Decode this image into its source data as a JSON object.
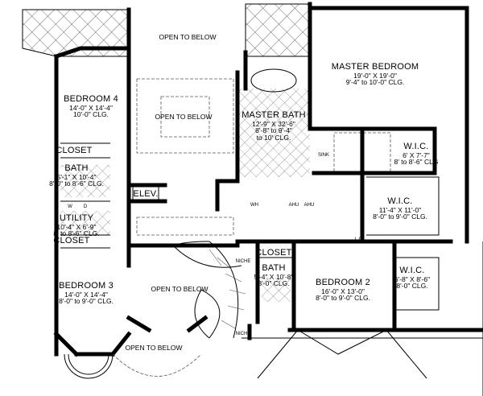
{
  "rooms": {
    "bedroom4": {
      "name": "BEDROOM 4",
      "size": "14'-0\" X 14'-4\"",
      "ceiling": "10'-0\" CLG."
    },
    "closet4": {
      "name": "CLOSET"
    },
    "bath": {
      "name": "BATH",
      "size": "5'-1\" X 10'-4\"",
      "ceiling": "8'-0\" to 8'-6\" CLG."
    },
    "utility": {
      "name": "UTILITY",
      "size": "10'-4\" X 6'-9\"",
      "ceiling": "8' to 8'-6\" CLG."
    },
    "closet3": {
      "name": "CLOSET"
    },
    "bedroom3": {
      "name": "BEDROOM 3",
      "size": "14'-0\" X 14'-4\"",
      "ceiling": "8'-0\" to 9'-0\" CLG."
    },
    "open_top": {
      "name": "OPEN TO BELOW"
    },
    "open_center": {
      "name": "OPEN TO BELOW"
    },
    "open_stair": {
      "name": "OPEN TO BELOW"
    },
    "open_bottom": {
      "name": "OPEN TO BELOW"
    },
    "elev": {
      "name": "ELEV."
    },
    "master_bath": {
      "name": "MASTER BATH",
      "size": "12'-9\" X 32'-6\"",
      "ceiling": "8'-8\" to 9'-4\"",
      "ceiling2": "to 10' CLG."
    },
    "master_bedroom": {
      "name": "MASTER BEDROOM",
      "size": "19'-0\" X 19'-0\"",
      "ceiling": "9'-4\" to 10'-0\" CLG."
    },
    "wic1": {
      "name": "W.I.C.",
      "size": "6' X 7'-7\"",
      "ceiling": "8' to 8'-6\" CLG"
    },
    "wic2": {
      "name": "W.I.C.",
      "size": "11'-4\" X 11'-0\"",
      "ceiling": "8'-0\" to 9'-0\" CLG."
    },
    "closet2": {
      "name": "CLOSET"
    },
    "bath2": {
      "name": "BATH",
      "size": "5'-4\" X 10'-8\"",
      "ceiling": "8'-0\" CLG."
    },
    "bedroom2": {
      "name": "BEDROOM 2",
      "size": "16'-0\" X 13'-0\"",
      "ceiling": "8'-0\" to 9'-0\" CLG."
    },
    "wic3": {
      "name": "W.I.C.",
      "size": "6'-8\" X 8'-6\"",
      "ceiling": "8'-0\" CLG."
    }
  },
  "fixtures": {
    "washer": "W",
    "dryer": "D",
    "wh": "WH",
    "ahu1": "AHU",
    "ahu2": "AHU",
    "lc": "L.C.",
    "sink": "SINK",
    "niche1": "NICHE",
    "niche2": "NICHE"
  }
}
